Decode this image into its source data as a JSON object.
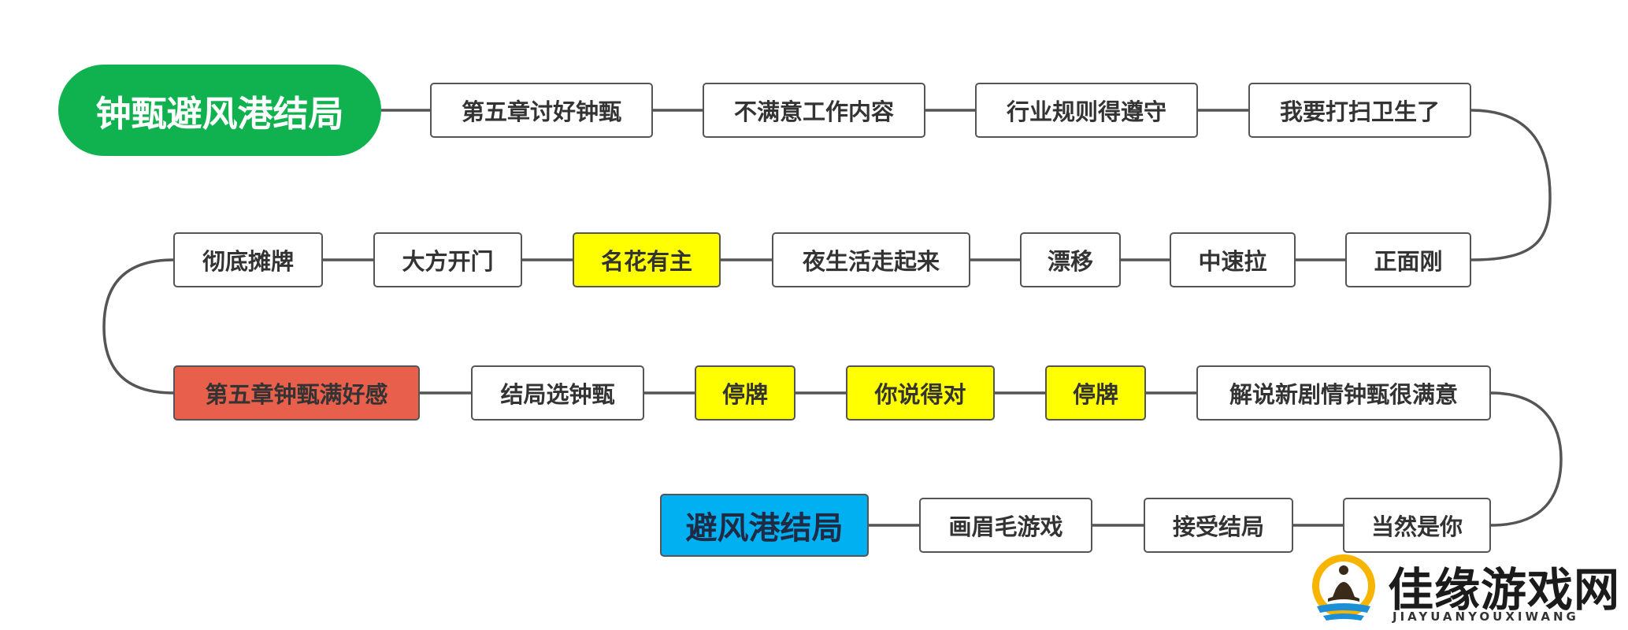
{
  "diagram": {
    "start": {
      "label": "钟甄避风港结局",
      "style": "start"
    },
    "rows": [
      [
        {
          "label": "第五章讨好钟甄",
          "style": "normal"
        },
        {
          "label": "不满意工作内容",
          "style": "normal"
        },
        {
          "label": "行业规则得遵守",
          "style": "normal"
        },
        {
          "label": "我要打扫卫生了",
          "style": "normal"
        }
      ],
      [
        {
          "label": "正面刚",
          "style": "normal"
        },
        {
          "label": "中速拉",
          "style": "normal"
        },
        {
          "label": "漂移",
          "style": "normal"
        },
        {
          "label": "夜生活走起来",
          "style": "normal"
        },
        {
          "label": "名花有主",
          "style": "highlight-yellow"
        },
        {
          "label": "大方开门",
          "style": "normal"
        },
        {
          "label": "彻底摊牌",
          "style": "normal"
        }
      ],
      [
        {
          "label": "第五章钟甄满好感",
          "style": "highlight-red"
        },
        {
          "label": "结局选钟甄",
          "style": "normal"
        },
        {
          "label": "停牌",
          "style": "highlight-yellow"
        },
        {
          "label": "你说得对",
          "style": "highlight-yellow"
        },
        {
          "label": "停牌",
          "style": "highlight-yellow"
        },
        {
          "label": "解说新剧情钟甄很满意",
          "style": "normal"
        }
      ],
      [
        {
          "label": "当然是你",
          "style": "normal"
        },
        {
          "label": "接受结局",
          "style": "normal"
        },
        {
          "label": "画眉毛游戏",
          "style": "normal"
        },
        {
          "label": "避风港结局",
          "style": "end-blue"
        }
      ]
    ]
  },
  "colors": {
    "start": "#10b14f",
    "yellow": "#ffff00",
    "red": "#e8604c",
    "blue": "#00b0f0",
    "connector": "#555555"
  },
  "watermark": {
    "title": "佳缘游戏网",
    "subtitle": "JIAYUANYOUXIWANG"
  }
}
